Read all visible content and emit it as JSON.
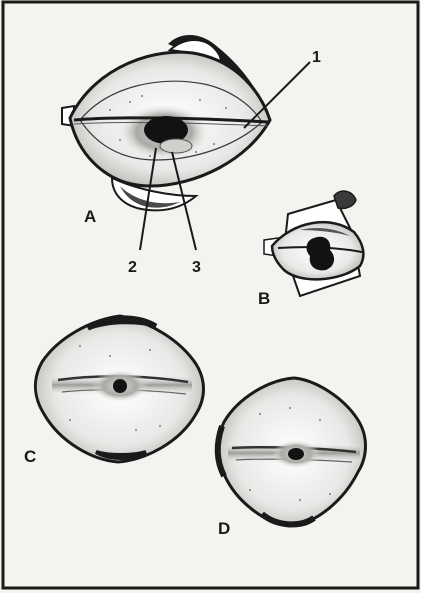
{
  "figure": {
    "labels": {
      "a": "A",
      "b": "B",
      "c": "C",
      "d": "D"
    },
    "callouts": {
      "one": "1",
      "two": "2",
      "three": "3"
    },
    "colors": {
      "ink": "#1a1a1a",
      "paper": "#f4f3ef",
      "stipple": "#8a8a8a"
    }
  }
}
